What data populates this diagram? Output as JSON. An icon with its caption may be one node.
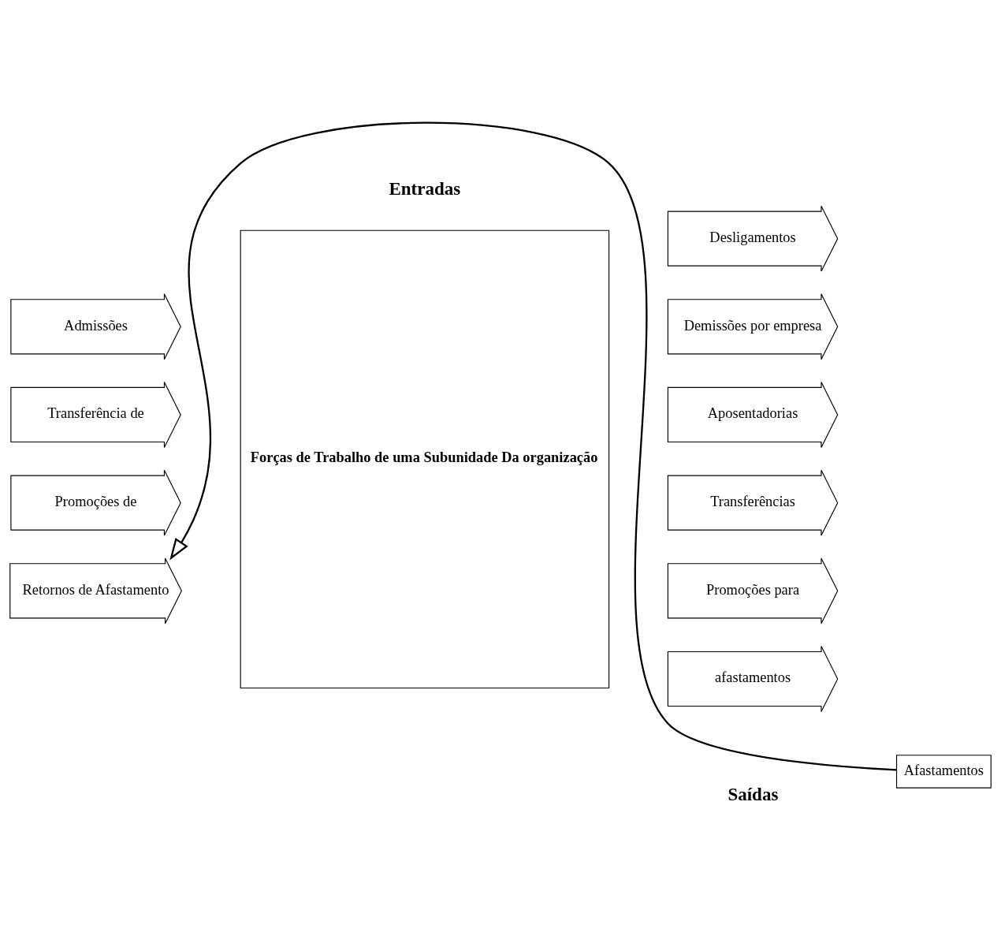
{
  "diagram": {
    "nodes": [
      {
        "text": [
          "Admissões"
        ]
      },
      {
        "text": [
          "Transferência de"
        ]
      },
      {
        "text": [
          "Promoções de"
        ]
      },
      {
        "text": [
          "Retornos de Afastamento"
        ]
      },
      {
        "text": [
          "Forças de Trabalho de uma Subunidade Da organização"
        ]
      },
      {
        "text": [
          "Desligamentos"
        ]
      },
      {
        "text": [
          "Demissões por empresa"
        ]
      },
      {
        "text": [
          "Aposentadorias"
        ]
      },
      {
        "text": [
          "Transferências"
        ]
      },
      {
        "text": [
          "Promoções para"
        ]
      },
      {
        "text": [
          "afastamentos"
        ]
      },
      {
        "text": [
          "Afastamentos"
        ]
      }
    ],
    "edges": [
      {
        "from": 11,
        "to": 3,
        "arrow": "to"
      }
    ],
    "labels": [
      "Entradas",
      "Saídas"
    ]
  }
}
